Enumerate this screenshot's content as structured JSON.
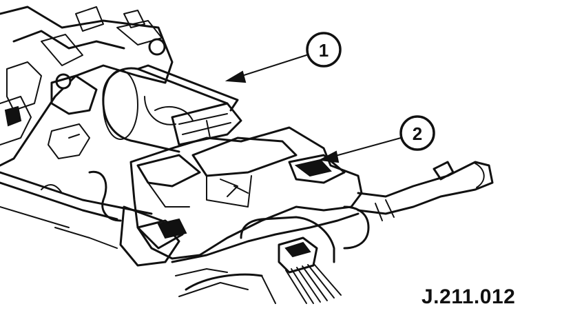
{
  "callouts": [
    {
      "label": "1"
    },
    {
      "label": "2"
    }
  ],
  "figure_reference": "J.211.012"
}
